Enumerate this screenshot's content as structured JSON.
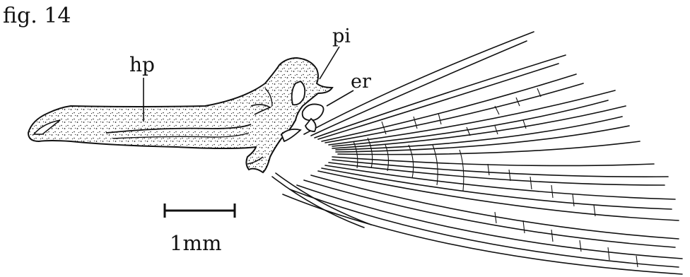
{
  "figure": {
    "title": "fig. 14",
    "labels": {
      "hp": "hp",
      "pi": "pi",
      "er": "er"
    },
    "scale_bar": {
      "label": "1mm"
    }
  }
}
